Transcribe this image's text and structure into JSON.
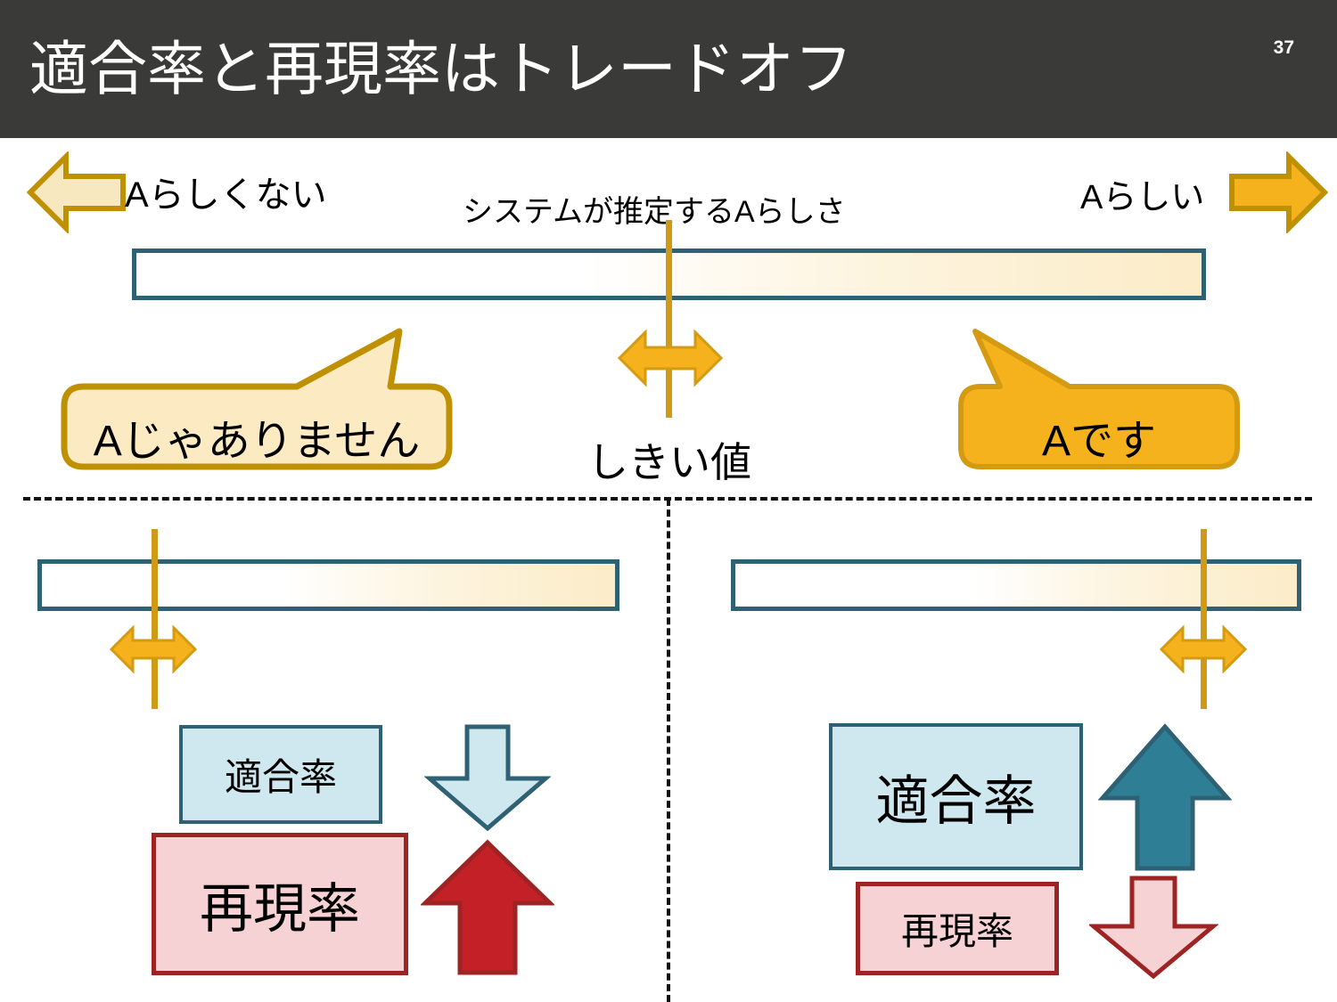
{
  "header": {
    "title": "適合率と再現率はトレードオフ",
    "page_number": "37",
    "background_color": "#3a3a38",
    "text_color": "#ffffff"
  },
  "top_section": {
    "left_arrow_label": "Aらしくない",
    "right_arrow_label": "Aらしい",
    "axis_caption": "システムが推定するAらしさ",
    "threshold_label": "しきい値",
    "callout_negative": "Aじゃありません",
    "callout_positive": "Aです",
    "left_arrow_icon": "arrow-left-icon",
    "right_arrow_icon": "arrow-right-icon",
    "threshold_arrow_icon": "double-arrow-horizontal-icon"
  },
  "panels": [
    {
      "id": "low-threshold",
      "threshold_arrow_icon": "double-arrow-horizontal-icon",
      "metrics": [
        {
          "name": "precision",
          "label": "適合率",
          "trend": "down",
          "trend_icon": "arrow-down-icon",
          "arrow_style": "outline",
          "arrow_fill": "#cfe7ee",
          "arrow_stroke": "#2e6173",
          "box_fill": "#cfe7ee",
          "box_stroke": "#2e6173",
          "emphasis": "small"
        },
        {
          "name": "recall",
          "label": "再現率",
          "trend": "up",
          "trend_icon": "arrow-up-icon",
          "arrow_style": "solid",
          "arrow_fill": "#c32027",
          "arrow_stroke": "#9e2424",
          "box_fill": "#f6d2d4",
          "box_stroke": "#9e2424",
          "emphasis": "large"
        }
      ]
    },
    {
      "id": "high-threshold",
      "threshold_arrow_icon": "double-arrow-horizontal-icon",
      "metrics": [
        {
          "name": "precision",
          "label": "適合率",
          "trend": "up",
          "trend_icon": "arrow-up-icon",
          "arrow_style": "solid",
          "arrow_fill": "#2e7f95",
          "arrow_stroke": "#2e6173",
          "box_fill": "#cfe7ee",
          "box_stroke": "#2e6173",
          "emphasis": "large"
        },
        {
          "name": "recall",
          "label": "再現率",
          "trend": "down",
          "trend_icon": "arrow-down-icon",
          "arrow_style": "outline",
          "arrow_fill": "#f6d2d4",
          "arrow_stroke": "#9e2424",
          "box_fill": "#f6d2d4",
          "box_stroke": "#9e2424",
          "emphasis": "small"
        }
      ]
    }
  ],
  "colors": {
    "bar_border": "#2e6173",
    "bar_fill_start": "#ffffff",
    "bar_fill_end": "#fcecc8",
    "threshold_gold": "#cf9a16",
    "arrow_orange": "#f5b21c",
    "arrow_cream": "#f8e8c0",
    "arrow_gold_border": "#bf9000",
    "precision_blue": "#cfe7ee",
    "precision_border": "#2e6173",
    "recall_pink": "#f6d2d4",
    "recall_border": "#9e2424",
    "red_solid": "#c32027",
    "teal_solid": "#2e7f95"
  }
}
